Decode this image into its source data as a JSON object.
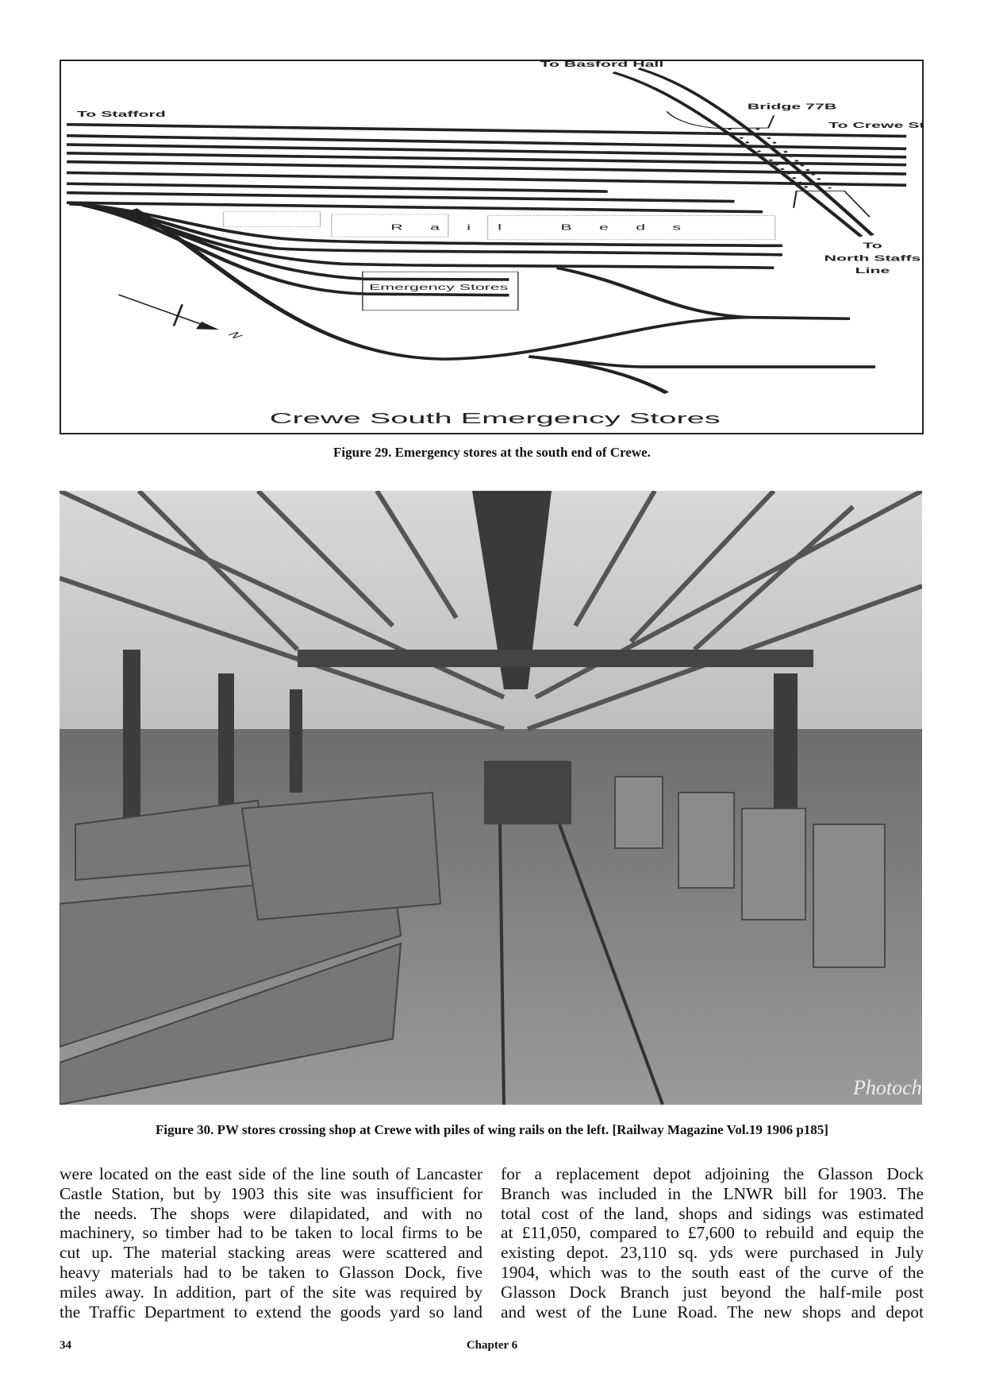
{
  "figure29": {
    "labels": {
      "to_basford_hall": "To Basford Hall",
      "to_stafford": "To Stafford",
      "bridge": "Bridge 77B",
      "to_crewe_station": "To Crewe Station",
      "to_north_staffs": [
        "To",
        "North Staffs",
        "Line"
      ],
      "rail_beds": "R a i l   B e d s",
      "emergency_stores": "Emergency Stores",
      "north_arrow": "N",
      "title": "Crewe South Emergency Stores"
    },
    "caption": "Figure 29.  Emergency stores at the south end of Crewe."
  },
  "figure30": {
    "watermark": "Photochrom.",
    "caption": "Figure 30.  PW stores crossing shop at Crewe with piles of wing rails on the left.  [Railway Magazine Vol.19 1906 p185]"
  },
  "body": {
    "left_column": [
      "were located on the east side of the line south of Lancaster",
      "Castle Station, but by 1903 this site was insufficient for",
      "the needs.  The shops were dilapidated, and with no",
      "machinery, so timber had to be taken to local firms to be",
      "cut up.  The material stacking areas were scattered and",
      "heavy materials had to be taken to Glasson Dock, five",
      "miles away.  In addition, part of the site was required by",
      "the Traffic Department to extend the goods yard so land"
    ],
    "right_column": [
      "for a replacement depot adjoining the Glasson Dock",
      "Branch was included in the LNWR bill for 1903.  The",
      "total cost of the land, shops and sidings was estimated",
      "at £11,050, compared to £7,600 to rebuild and equip the",
      "existing depot.  23,110 sq. yds were purchased in July",
      "1904, which was to the south east of the curve of the",
      "Glasson Dock Branch just beyond the half-mile post",
      "and west of the Lune Road.  The new shops and depot"
    ]
  },
  "footer": {
    "page_number": "34",
    "chapter": "Chapter 6"
  }
}
